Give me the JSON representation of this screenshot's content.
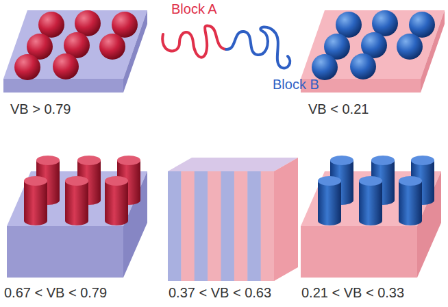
{
  "diagram": {
    "labels": [
      "Block A",
      "Block B",
      "VB > 0.79",
      "VB < 0.21",
      "0.67 < VB < 0.79",
      "0.37 < VB < 0.63",
      "0.21 < VB < 0.33"
    ]
  }
}
